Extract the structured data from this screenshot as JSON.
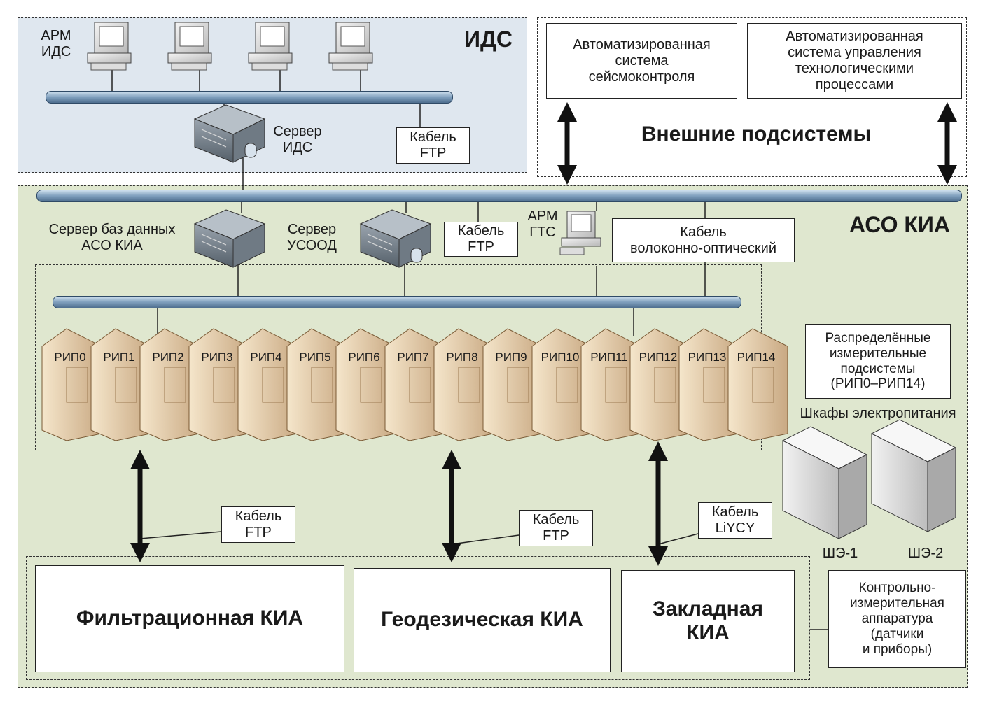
{
  "ids": {
    "title": "ИДС",
    "arm_label": [
      "АРМ",
      "ИДС"
    ],
    "server_label": [
      "Сервер",
      "ИДС"
    ],
    "cable_label": [
      "Кабель",
      "FTP"
    ]
  },
  "external": {
    "title": "Внешние подсистемы",
    "box1": [
      "Автоматизированная",
      "система",
      "сейсмоконтроля"
    ],
    "box2": [
      "Автоматизированная",
      "система управления",
      "технологическими",
      "процессами"
    ]
  },
  "aso": {
    "title": "АСО КИА",
    "db_server": [
      "Сервер баз данных",
      "АСО КИА"
    ],
    "usood_server": [
      "Сервер",
      "УСООД"
    ],
    "cable_ftp_top": [
      "Кабель",
      "FTP"
    ],
    "arm_gts": [
      "АРМ",
      "ГТС"
    ],
    "fiber_cable": [
      "Кабель",
      "волоконно-оптический"
    ],
    "rips": [
      "РИП0",
      "РИП1",
      "РИП2",
      "РИП3",
      "РИП4",
      "РИП5",
      "РИП6",
      "РИП7",
      "РИП8",
      "РИП9",
      "РИП10",
      "РИП11",
      "РИП12",
      "РИП13",
      "РИП14"
    ],
    "rip_desc": [
      "Распределённые",
      "измерительные",
      "подсистемы",
      "(РИП0–РИП14)"
    ],
    "power_title": "Шкафы электропитания",
    "she1": "ШЭ-1",
    "she2": "ШЭ-2",
    "cable_ftp_left": [
      "Кабель",
      "FTP"
    ],
    "cable_ftp_mid": [
      "Кабель",
      "FTP"
    ],
    "cable_liycy": [
      "Кабель",
      "LiYCY"
    ],
    "filtration": "Фильтрационная КИА",
    "geodetic": "Геодезическая КИА",
    "embedded": [
      "Закладная",
      "КИА"
    ],
    "kia_desc": [
      "Контрольно-",
      "измерительная",
      "аппаратура",
      "(датчики",
      "и приборы)"
    ]
  },
  "colors": {
    "ids_bg": "#dfe7ef",
    "aso_bg": "#dfe7cf",
    "rip_body": "#ecd9b8"
  }
}
